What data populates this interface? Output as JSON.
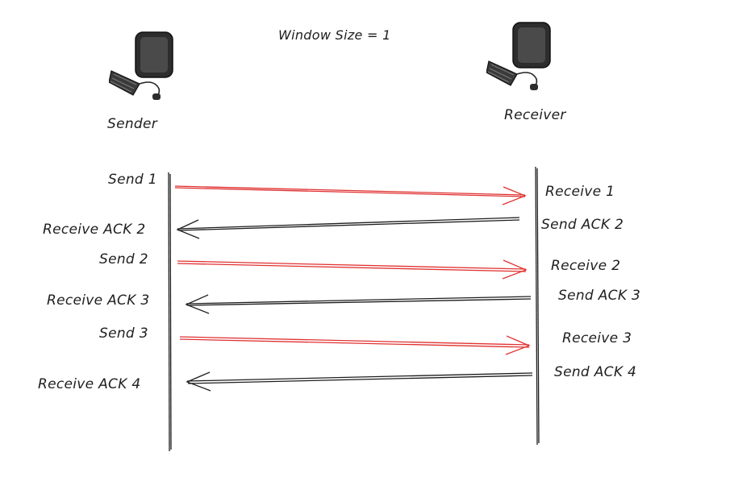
{
  "title": "Window Size = 1",
  "participants": {
    "sender": {
      "label": "Sender",
      "icon": "computer-icon"
    },
    "receiver": {
      "label": "Receiver",
      "icon": "computer-icon"
    }
  },
  "colors": {
    "data_arrow": "#e03131",
    "ack_arrow": "#1e1e1e",
    "lifeline": "#1e1e1e",
    "text": "#1e1e1e"
  },
  "messages": [
    {
      "seq": 1,
      "sender_label": "Send 1",
      "receiver_label": "Receive 1",
      "direction": "sender-to-receiver"
    },
    {
      "seq": 2,
      "sender_label": "Receive ACK 2",
      "receiver_label": "Send ACK 2",
      "direction": "receiver-to-sender"
    },
    {
      "seq": 3,
      "sender_label": "Send 2",
      "receiver_label": "Receive 2",
      "direction": "sender-to-receiver"
    },
    {
      "seq": 4,
      "sender_label": "Receive ACK 3",
      "receiver_label": "Send ACK 3",
      "direction": "receiver-to-sender"
    },
    {
      "seq": 5,
      "sender_label": "Send 3",
      "receiver_label": "Receive 3",
      "direction": "sender-to-receiver"
    },
    {
      "seq": 6,
      "sender_label": "Receive ACK 4",
      "receiver_label": "Send ACK 4",
      "direction": "receiver-to-sender"
    }
  ]
}
